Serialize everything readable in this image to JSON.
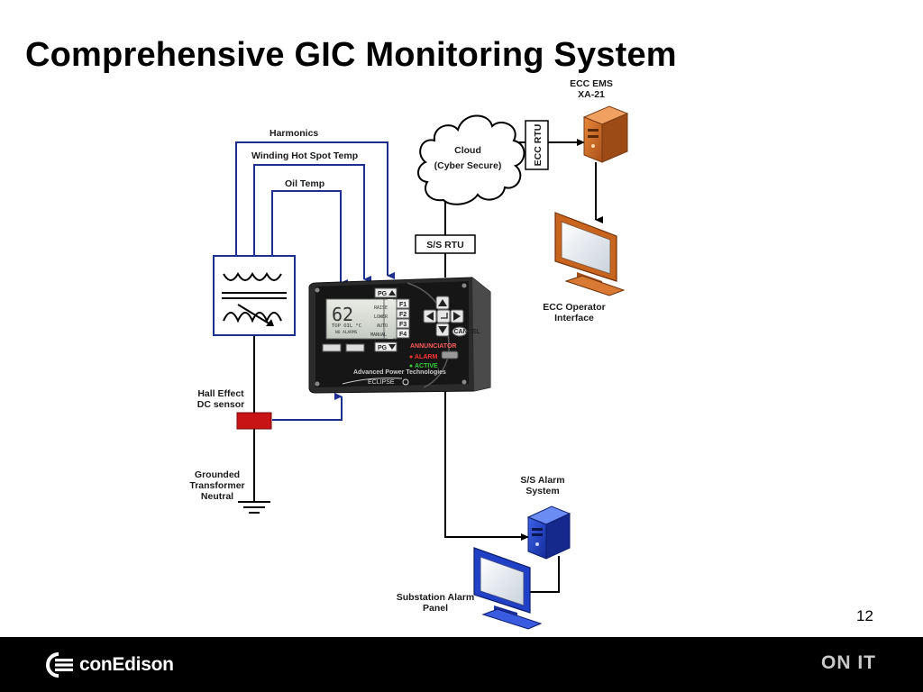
{
  "slide": {
    "title": "Comprehensive GIC Monitoring System",
    "page_number": "12"
  },
  "diagram": {
    "inputs": {
      "harmonics": "Harmonics",
      "winding_hot_spot": "Winding Hot Spot Temp",
      "oil_temp": "Oil Temp"
    },
    "cloud": {
      "line1": "Cloud",
      "line2": "(Cyber Secure)"
    },
    "ecc_rtu": "ECC RTU",
    "ecc_ems": {
      "line1": "ECC EMS",
      "line2": "XA-21"
    },
    "ecc_operator": {
      "line1": "ECC Operator",
      "line2": "Interface"
    },
    "ss_rtu": "S/S RTU",
    "hall_sensor": {
      "line1": "Hall Effect",
      "line2": "DC sensor"
    },
    "grounded": {
      "line1": "Grounded",
      "line2": "Transformer",
      "line3": "Neutral"
    },
    "ss_alarm_system": {
      "line1": "S/S Alarm",
      "line2": "System"
    },
    "substation_panel": {
      "line1": "Substation Alarm",
      "line2": "Panel"
    },
    "monitor": {
      "display_value": "62",
      "display_caption": "TOP OIL °C",
      "display_sub": "NO ALARMS",
      "menu": [
        "RAISE",
        "LOWER",
        "AUTO",
        "MANUAL"
      ],
      "fkeys": [
        "F1",
        "F2",
        "F3",
        "F4"
      ],
      "pg": "PG",
      "status": [
        "ANNUNCIATOR",
        "ALARM",
        "ACTIVE"
      ],
      "brand": "Advanced Power Technologies",
      "model": "ECLIPSE",
      "cancel": "CANCEL"
    }
  },
  "footer": {
    "brand": "conEdison",
    "tagline": "ON IT"
  },
  "colors": {
    "signal_line": "#1c2f8f",
    "cloud_line": "#000000",
    "ecc_hardware": "#c8641e",
    "substation_hardware": "#1f3fb8",
    "sensor": "#c81414"
  }
}
